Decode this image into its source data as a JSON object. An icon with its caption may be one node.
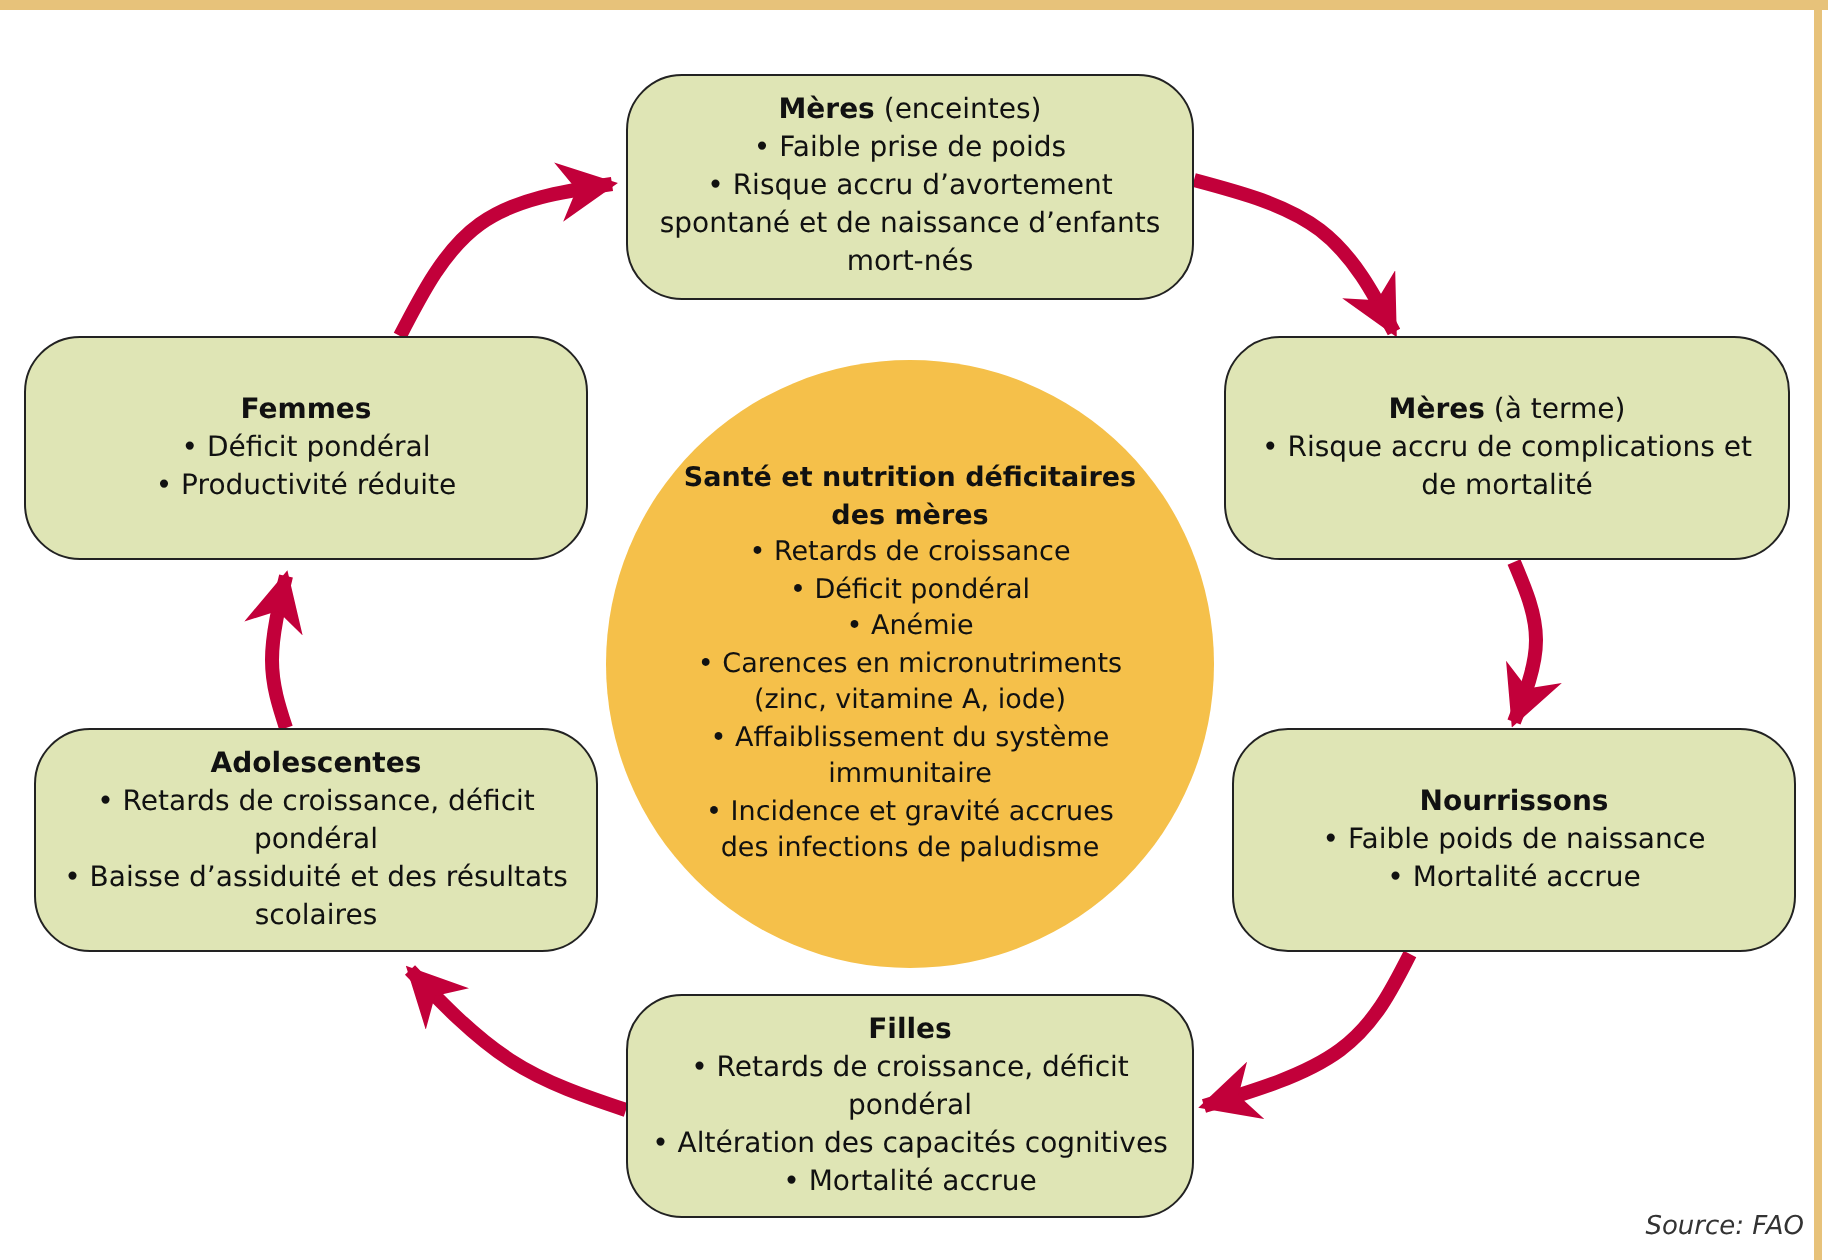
{
  "diagram": {
    "nodes": [
      {
        "text": [
          "**Mères** (enceintes)",
          "• Faible prise de poids",
          "• Risque accru d’avortement spontané et de naissance d’enfants mort-nés"
        ]
      },
      {
        "text": [
          "**Mères** (à terme)",
          "• Risque accru de complications et de mortalité"
        ]
      },
      {
        "text": [
          "**Nourrissons**",
          "• Faible poids de naissance",
          "• Mortalité accrue"
        ]
      },
      {
        "text": [
          "**Filles**",
          "• Retards de croissance, déficit pondéral",
          "• Altération des capacités cognitives",
          "• Mortalité accrue"
        ]
      },
      {
        "text": [
          "**Adolescentes**",
          "• Retards de croissance, déficit pondéral",
          "• Baisse d’assiduité et des résultats scolaires"
        ]
      },
      {
        "text": [
          "**Femmes**",
          "• Déficit pondéral",
          "• Productivité réduite"
        ]
      },
      {
        "text": [
          "**Santé et nutrition déficitaires des mères**",
          "• Retards de croissance",
          "• Déficit pondéral",
          "• Anémie",
          "• Carences en micronutriments (zinc, vitamine A, iode)",
          "• Affaiblissement du système immunitaire",
          "• Incidence et gravité accrues des infections de paludisme"
        ]
      }
    ],
    "edges": [
      {
        "from": 5,
        "to": 0,
        "arrow": "to"
      },
      {
        "from": 0,
        "to": 1,
        "arrow": "to"
      },
      {
        "from": 1,
        "to": 2,
        "arrow": "to"
      },
      {
        "from": 2,
        "to": 3,
        "arrow": "to"
      },
      {
        "from": 3,
        "to": 4,
        "arrow": "to"
      },
      {
        "from": 4,
        "to": 5,
        "arrow": "to"
      }
    ],
    "labels": [
      "Source: FAO"
    ]
  }
}
